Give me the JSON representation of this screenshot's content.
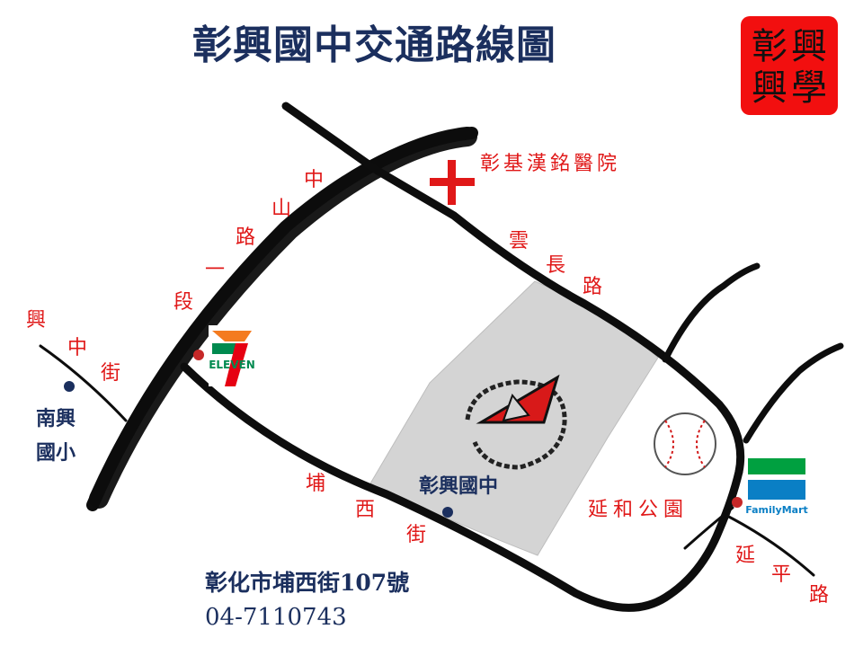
{
  "title": "彰興國中交通路線圖",
  "logo_seal": {
    "chars": [
      "彰",
      "興",
      "興",
      "學"
    ]
  },
  "roads": {
    "zhongshan_road": [
      "中",
      "山",
      "路",
      "一",
      "段"
    ],
    "xingzhong_street": [
      "興",
      "中",
      "街"
    ],
    "puxi_street": [
      "埔",
      "西",
      "街"
    ],
    "yunchang_road": [
      "雲",
      "長",
      "路"
    ],
    "yanping_road": [
      "延",
      "平",
      "路"
    ]
  },
  "places": {
    "hospital": "彰基漢銘醫院",
    "school": "彰興國中",
    "elementary_school": [
      "南興",
      "國小"
    ],
    "park": "延和公園"
  },
  "stores": {
    "seven_eleven": "ELEVEN",
    "family_mart": "FamilyMart"
  },
  "address": "彰化市埔西街107號",
  "phone": "04-7110743",
  "colors": {
    "title_blue": "#1b2f5e",
    "label_red": "#e01818",
    "road_black": "#0d0d0d",
    "campus_gray": "#d4d4d4",
    "seal_red": "#f20f0f",
    "seven_orange": "#f47b20",
    "seven_green": "#008a4f",
    "seven_red": "#e60012",
    "familymart_green": "#00a040",
    "familymart_blue": "#0a7fc5"
  },
  "icons": [
    "hospital-cross-icon",
    "school-emblem-icon",
    "baseball-icon",
    "seven-eleven-logo",
    "familymart-logo",
    "location-dot-icon"
  ]
}
